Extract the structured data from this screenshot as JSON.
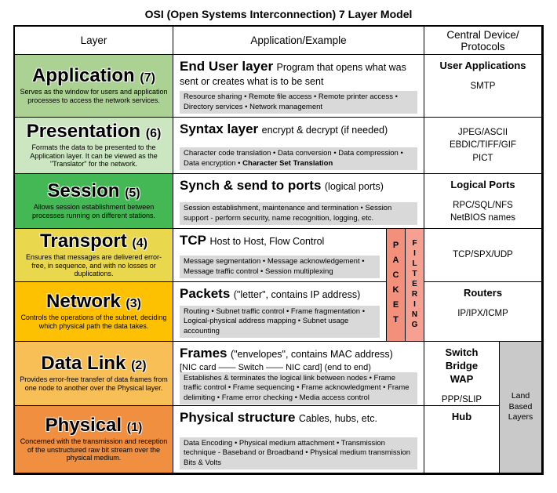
{
  "title": "OSI (Open Systems Interconnection) 7 Layer Model",
  "header": {
    "layer": "Layer",
    "example": "Application/Example",
    "devices": "Central Device/\nProtocols"
  },
  "layers": [
    {
      "name": "Application",
      "number": "(7)",
      "color": "#abd293",
      "description": "Serves as the window for users and application processes to access the network services.",
      "heading": "End User layer",
      "heading_detail": "Program that opens what was sent or creates what is to be sent",
      "functions": "Resource sharing • Remote file access • Remote printer access • Directory services • Network management",
      "device_title": "User Applications",
      "protocols": "SMTP"
    },
    {
      "name": "Presentation",
      "number": "(6)",
      "color": "#cde6c2",
      "description": "Formats the data to be presented to the Application layer. It can be viewed as the \"Translator\" for the network.",
      "heading": "Syntax layer",
      "heading_detail": "encrypt & decrypt (if needed)",
      "functions": "Character code translation • Data conversion • Data compression • Data encryption • ",
      "functions_bold": "Character Set Translation",
      "device_title": "",
      "protocols": "JPEG/ASCII\nEBDIC/TIFF/GIF\nPICT"
    },
    {
      "name": "Session",
      "number": "(5)",
      "color": "#44b854",
      "description": "Allows session establishment between processes running on different stations.",
      "heading": "Synch & send to ports",
      "heading_detail": "(logical ports)",
      "functions": "Session establishment, maintenance and termination • Session support - perform security, name recognition, logging, etc.",
      "device_title": "Logical Ports",
      "protocols": "RPC/SQL/NFS\nNetBIOS names"
    },
    {
      "name": "Transport",
      "number": "(4)",
      "color": "#e9d84e",
      "description": "Ensures that messages are delivered error-free, in sequence, and with no losses or duplications.",
      "heading": "TCP",
      "heading_detail": "Host to Host, Flow Control",
      "functions": "Message segmentation • Message acknowledgement • Message traffic control • Session multiplexing",
      "device_title": "",
      "protocols": "TCP/SPX/UDP"
    },
    {
      "name": "Network",
      "number": "(3)",
      "color": "#fdc101",
      "description": "Controls the operations of the subnet, deciding which physical path the data takes.",
      "heading": "Packets",
      "heading_detail": "(\"letter\", contains IP address)",
      "functions": "Routing • Subnet traffic control • Frame fragmentation • Logical-physical address mapping • Subnet usage accounting",
      "device_title": "Routers",
      "protocols": "IP/IPX/ICMP"
    },
    {
      "name": "Data Link",
      "number": "(2)",
      "color": "#f8bf57",
      "description": "Provides error-free transfer of data frames from one node to another over the Physical layer.",
      "heading": "Frames",
      "heading_detail": "(\"envelopes\", contains MAC address)",
      "nic_line": "[NIC card —— Switch —— NIC card]   (end to end)",
      "functions": "Establishes & terminates the logical link between nodes • Frame traffic control • Frame sequencing • Frame acknowledgment • Frame delimiting • Frame error checking • Media access control",
      "device_title": "Switch\nBridge\nWAP",
      "protocols": "PPP/SLIP"
    },
    {
      "name": "Physical",
      "number": "(1)",
      "color": "#ef8f3f",
      "description": "Concerned with the transmission and reception of the unstructured raw bit stream over the physical medium.",
      "heading": "Physical structure",
      "heading_detail": "Cables, hubs, etc.",
      "functions": "Data Encoding • Physical medium attachment • Transmission technique - Baseband or Broadband • Physical medium transmission Bits & Volts",
      "device_title": "Hub",
      "protocols": ""
    }
  ],
  "strips": {
    "packet": "PACKET",
    "filtering": "FILTERING",
    "land": "Land Based Layers",
    "packet_color": "#f2907c",
    "filter_color": "#f5a091",
    "land_color": "#c9c9c9"
  }
}
